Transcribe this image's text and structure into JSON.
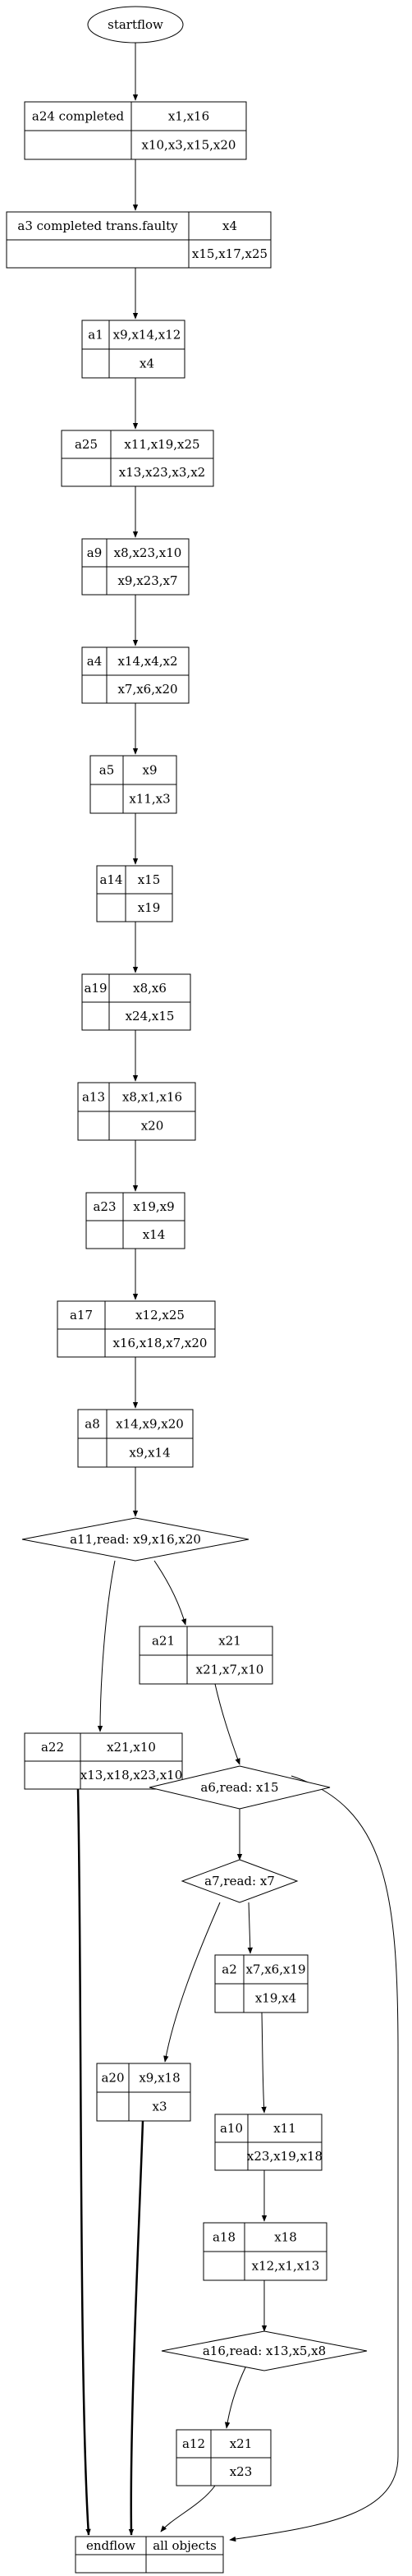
{
  "start": "startflow",
  "end": "endflow",
  "end_objects": "all objects",
  "tasks": [
    {
      "id": "a24",
      "label": "a24 completed",
      "in": "x1,x16",
      "out": "x10,x3,x15,x20"
    },
    {
      "id": "a3",
      "label": "a3 completed trans.faulty",
      "in": "x4",
      "out": "x15,x17,x25"
    },
    {
      "id": "a1",
      "label": "a1",
      "in": "x9,x14,x12",
      "out": "x4"
    },
    {
      "id": "a25",
      "label": "a25",
      "in": "x11,x19,x25",
      "out": "x13,x23,x3,x2"
    },
    {
      "id": "a9",
      "label": "a9",
      "in": "x8,x23,x10",
      "out": "x9,x23,x7"
    },
    {
      "id": "a4",
      "label": "a4",
      "in": "x14,x4,x2",
      "out": "x7,x6,x20"
    },
    {
      "id": "a5",
      "label": "a5",
      "in": "x9",
      "out": "x11,x3"
    },
    {
      "id": "a14",
      "label": "a14",
      "in": "x15",
      "out": "x19"
    },
    {
      "id": "a19",
      "label": "a19",
      "in": "x8,x6",
      "out": "x24,x15"
    },
    {
      "id": "a13",
      "label": "a13",
      "in": "x8,x1,x16",
      "out": "x20"
    },
    {
      "id": "a23",
      "label": "a23",
      "in": "x19,x9",
      "out": "x14"
    },
    {
      "id": "a17",
      "label": "a17",
      "in": "x12,x25",
      "out": "x16,x18,x7,x20"
    },
    {
      "id": "a8",
      "label": "a8",
      "in": "x14,x9,x20",
      "out": "x9,x14"
    },
    {
      "id": "a21",
      "label": "a21",
      "in": "x21",
      "out": "x21,x7,x10"
    },
    {
      "id": "a22",
      "label": "a22",
      "in": "x21,x10",
      "out": "x13,x18,x23,x10"
    },
    {
      "id": "a2",
      "label": "a2",
      "in": "x7,x6,x19",
      "out": "x19,x4"
    },
    {
      "id": "a20",
      "label": "a20",
      "in": "x9,x18",
      "out": "x3"
    },
    {
      "id": "a10",
      "label": "a10",
      "in": "x11",
      "out": "x23,x19,x18"
    },
    {
      "id": "a18",
      "label": "a18",
      "in": "x18",
      "out": "x12,x1,x13"
    },
    {
      "id": "a12",
      "label": "a12",
      "in": "x21",
      "out": "x23"
    }
  ],
  "decisions": [
    {
      "id": "d_a11",
      "label": "a11,read: x9,x16,x20"
    },
    {
      "id": "d_a6",
      "label": "a6,read: x15"
    },
    {
      "id": "d_a7",
      "label": "a7,read: x7"
    },
    {
      "id": "d_a16",
      "label": "a16,read: x13,x5,x8"
    }
  ]
}
